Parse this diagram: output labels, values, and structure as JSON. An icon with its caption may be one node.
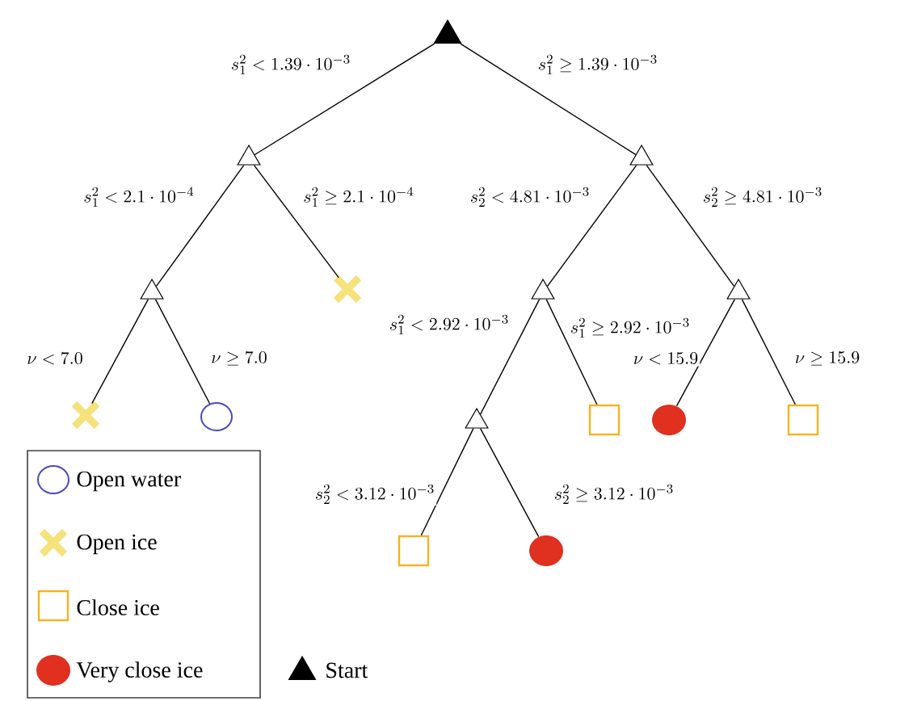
{
  "diagram": {
    "nodes": [
      {
        "text": [],
        "shape": "triangle"
      },
      {
        "text": [],
        "shape": "triangle"
      },
      {
        "text": [],
        "shape": "triangle"
      },
      {
        "text": [],
        "shape": "triangle"
      },
      {
        "text": [],
        "shape": "cross"
      },
      {
        "text": [],
        "shape": "triangle"
      },
      {
        "text": [],
        "shape": "triangle"
      },
      {
        "text": [],
        "shape": "cross"
      },
      {
        "text": [],
        "shape": "circle"
      },
      {
        "text": [],
        "shape": "triangle"
      },
      {
        "text": [],
        "shape": "box"
      },
      {
        "text": [],
        "shape": "dot"
      },
      {
        "text": [],
        "shape": "box"
      },
      {
        "text": [],
        "shape": "box"
      },
      {
        "text": [],
        "shape": "dot"
      }
    ],
    "edges": [
      {
        "from": 0,
        "to": 1,
        "arrow": "none",
        "label": "s_1^2 < 1.39 \\cdot 10^{-3}"
      },
      {
        "from": 0,
        "to": 2,
        "arrow": "none",
        "label": "s_1^2 \\geq 1.39 \\cdot 10^{-3}"
      },
      {
        "from": 1,
        "to": 3,
        "arrow": "none",
        "label": "s_1^2 < 2.1 \\cdot 10^{-4}"
      },
      {
        "from": 1,
        "to": 4,
        "arrow": "none",
        "label": "s_1^2 \\geq 2.1 \\cdot 10^{-4}"
      },
      {
        "from": 2,
        "to": 5,
        "arrow": "none",
        "label": "s_2^2 < 4.81 \\cdot 10^{-3}"
      },
      {
        "from": 2,
        "to": 6,
        "arrow": "none",
        "label": "s_2^2 \\geq 4.81 \\cdot 10^{-3}"
      },
      {
        "from": 3,
        "to": 7,
        "arrow": "none",
        "label": "\\nu < 7.0"
      },
      {
        "from": 3,
        "to": 8,
        "arrow": "none",
        "label": "\\nu \\geq 7.0"
      },
      {
        "from": 5,
        "to": 9,
        "arrow": "none",
        "label": "s_1^2 < 2.92 \\cdot 10^{-3}"
      },
      {
        "from": 5,
        "to": 10,
        "arrow": "none",
        "label": "s_1^2 \\geq 2.92 \\cdot 10^{-3}"
      },
      {
        "from": 6,
        "to": 11,
        "arrow": "none",
        "label": "\\nu < 15.9"
      },
      {
        "from": 6,
        "to": 12,
        "arrow": "none",
        "label": "\\nu \\geq 15.9"
      },
      {
        "from": 9,
        "to": 13,
        "arrow": "none",
        "label": "s_2^2 < 3.12 \\cdot 10^{-3}"
      },
      {
        "from": 9,
        "to": 14,
        "arrow": "none",
        "label": "s_2^2 \\geq 3.12 \\cdot 10^{-3}"
      }
    ],
    "legend": [
      {
        "text": "Open water"
      },
      {
        "text": "Open ice"
      },
      {
        "text": "Close ice"
      },
      {
        "text": "Very close ice"
      },
      {
        "text": "Start"
      }
    ]
  }
}
